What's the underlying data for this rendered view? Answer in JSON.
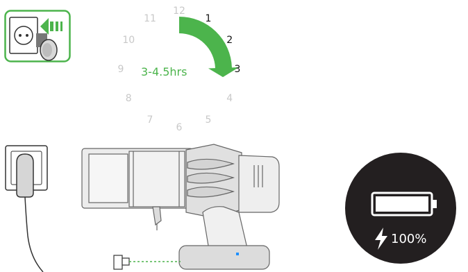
{
  "clock": {
    "numbers": [
      "12",
      "1",
      "2",
      "3",
      "4",
      "5",
      "6",
      "7",
      "8",
      "9",
      "10",
      "11"
    ],
    "active_numbers": [
      "1",
      "2",
      "3"
    ],
    "duration_label": "3-4.5hrs",
    "arrow_color": "#4cb44c"
  },
  "charger_icon": {
    "icon": "plug-into-socket-icon",
    "border_color": "#4cb44c"
  },
  "battery": {
    "icon": "battery-full-icon",
    "bolt_icon": "lightning-bolt-icon",
    "level_text": "100%",
    "level_fraction": 1.0,
    "background_color": "#231f20"
  },
  "illustrations": {
    "wall_socket": "wall-socket-icon",
    "vacuum": "vacuum-handheld-icon",
    "charger_cable": "charger-cable-icon",
    "charge_indicator_color": "#1e90ff"
  }
}
